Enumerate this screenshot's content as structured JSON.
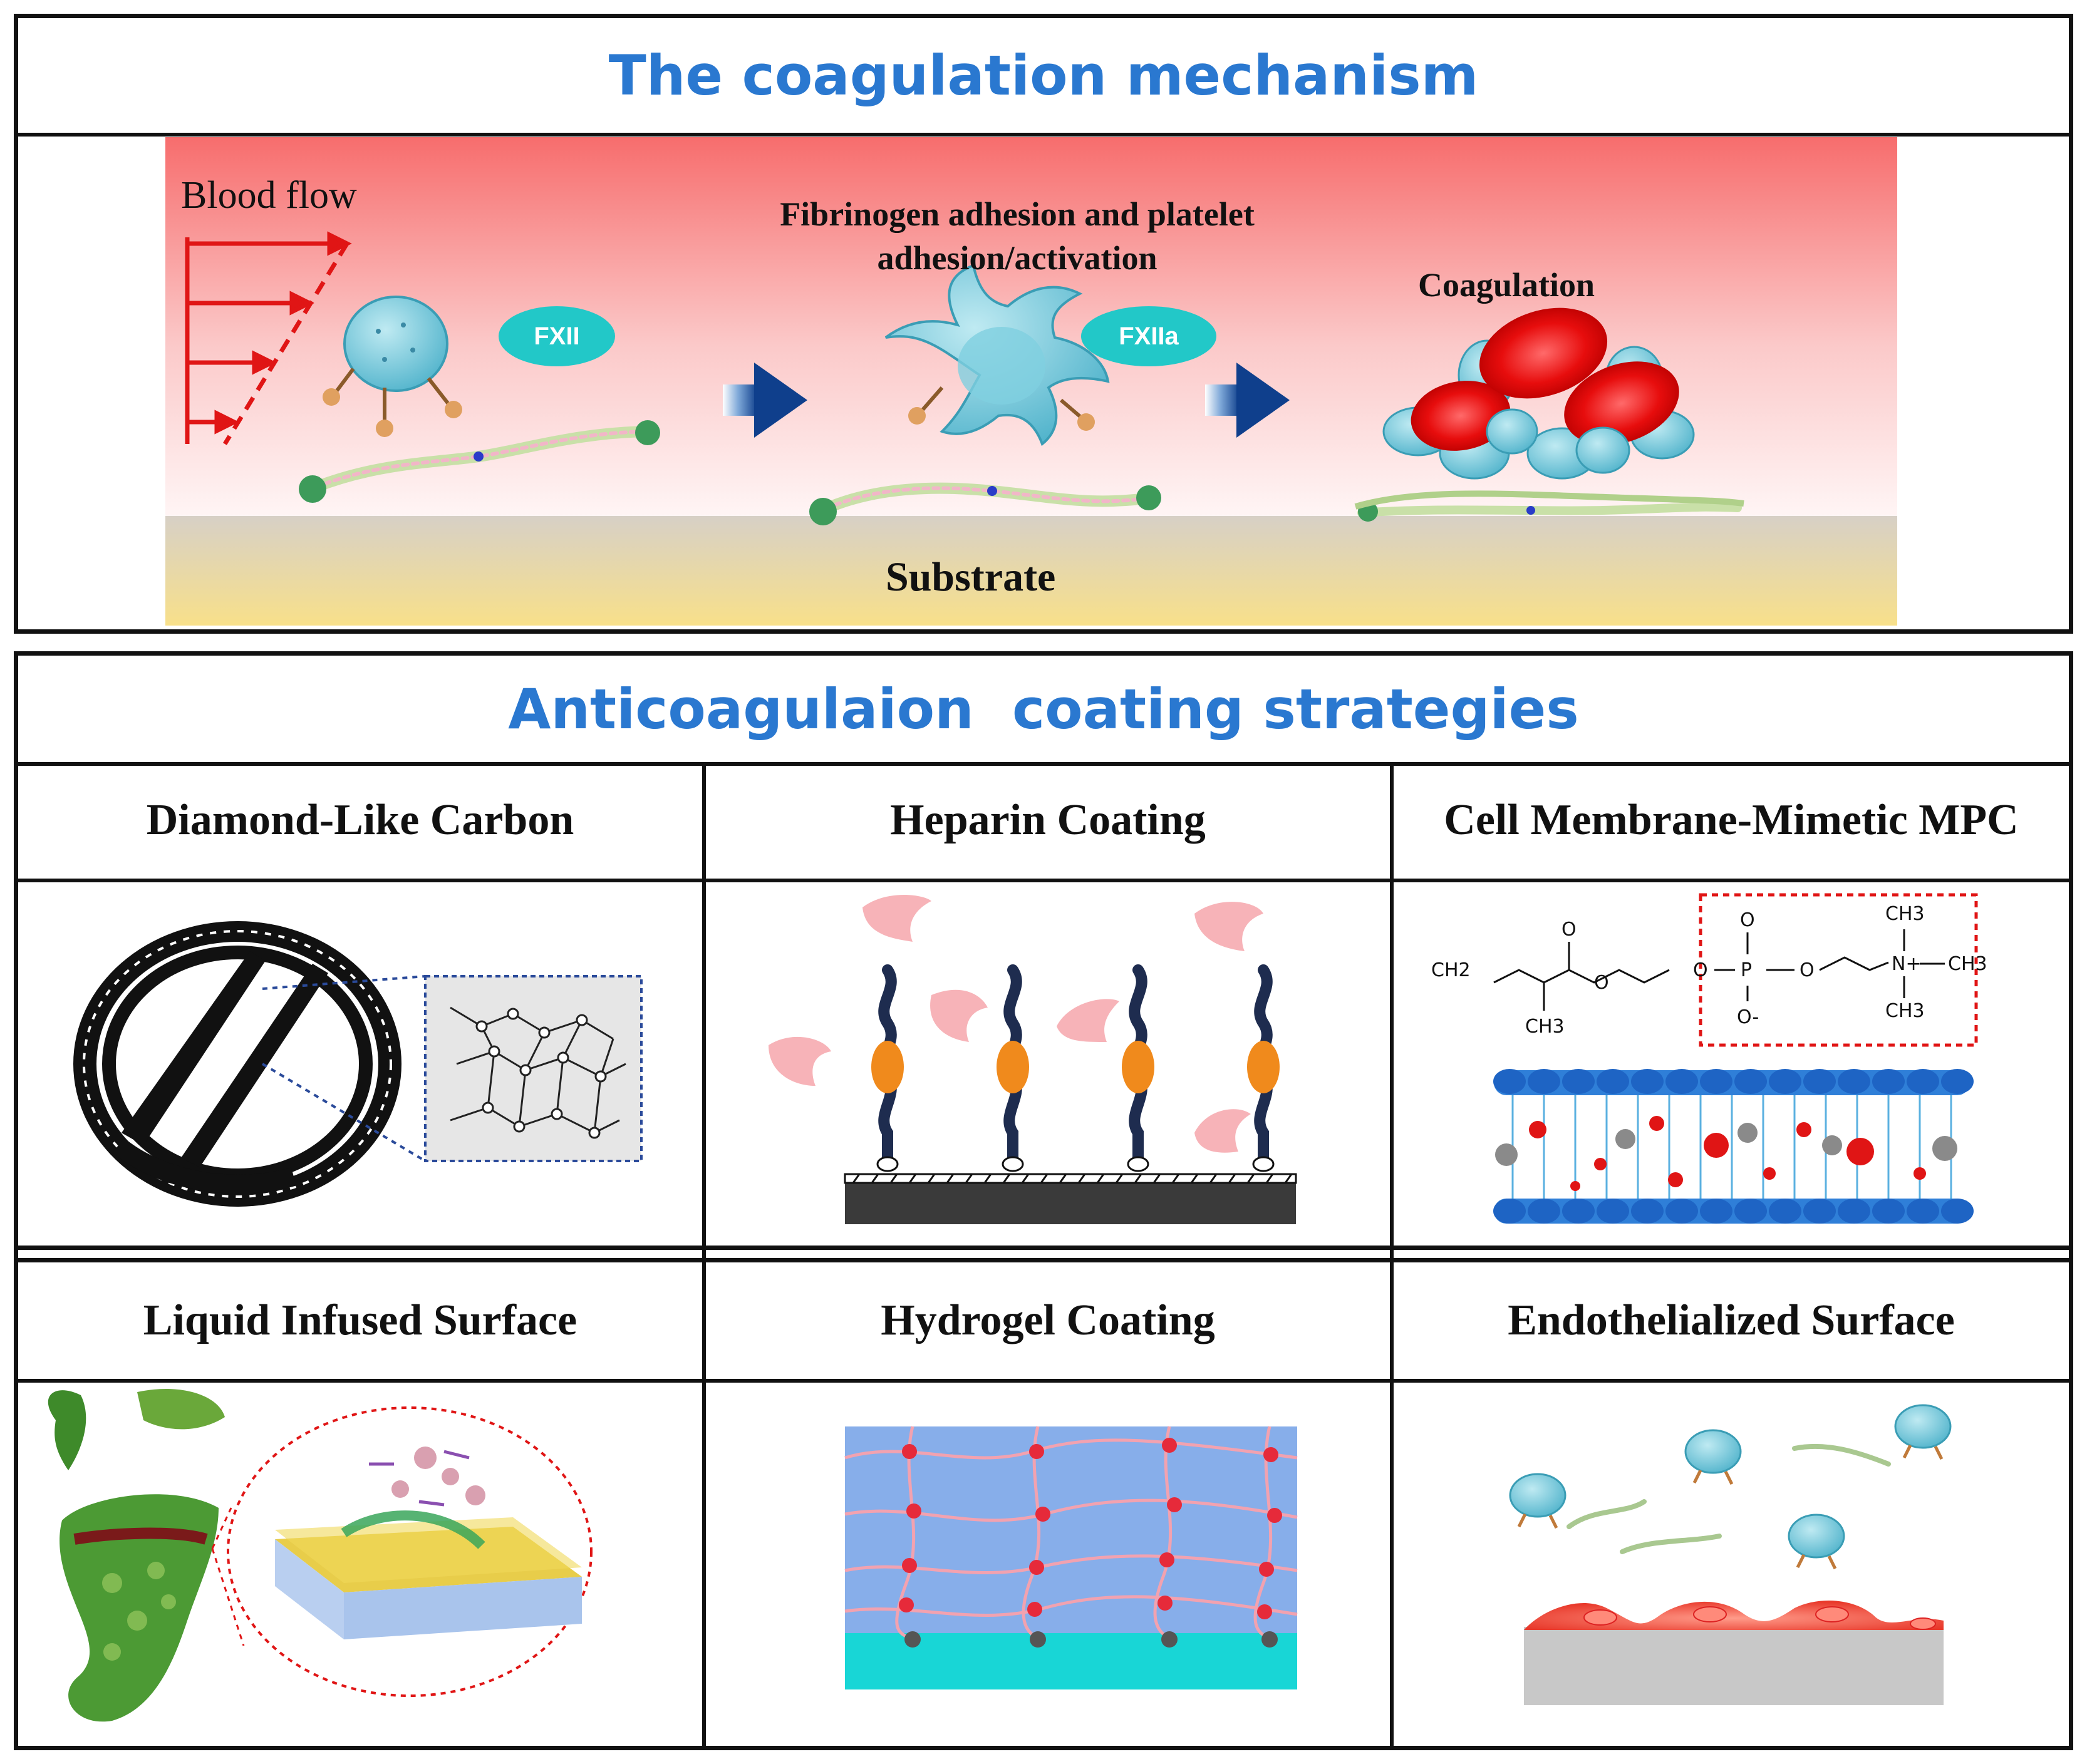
{
  "mechanism": {
    "title": "The coagulation mechanism",
    "labels": {
      "blood_flow": "Blood flow",
      "fibrinogen": "Fibrinogen adhesion and platelet adhesion/activation",
      "coagulation": "Coagulation",
      "substrate": "Substrate",
      "fxii": "FXII",
      "fxiia": "FXIIa"
    },
    "colors": {
      "blood_top": "#f76b6b",
      "substrate": "#f7e08c",
      "accent": "#2a78d0",
      "platelet": "#6cc7d9",
      "rbc": "#e01010"
    }
  },
  "strategies": {
    "title": "Anticoagulaion  coating strategies",
    "items": [
      {
        "label": "Diamond-Like Carbon",
        "icon": "heart-valve-icon"
      },
      {
        "label": "Heparin Coating",
        "icon": "heparin-brush-icon"
      },
      {
        "label": "Cell Membrane-Mimetic MPC",
        "icon": "phospholipid-bilayer-icon"
      },
      {
        "label": "Liquid Infused Surface",
        "icon": "pitcher-plant-icon"
      },
      {
        "label": "Hydrogel  Coating",
        "icon": "hydrogel-network-icon"
      },
      {
        "label": "Endothelialized Surface",
        "icon": "endothelial-cells-icon"
      }
    ],
    "mpc_formula": {
      "ch2": "CH2",
      "ch3_left": "CH3",
      "o_carbonyl": "O",
      "o_ester": "O",
      "o_phos_left": "O",
      "p": "P",
      "o_phos_top": "O",
      "o_phos_bottom": "O-",
      "o_phos_right": "O",
      "n": "N+",
      "ch3_top": "CH3",
      "ch3_right": "CH3",
      "ch3_bottom": "CH3"
    }
  }
}
